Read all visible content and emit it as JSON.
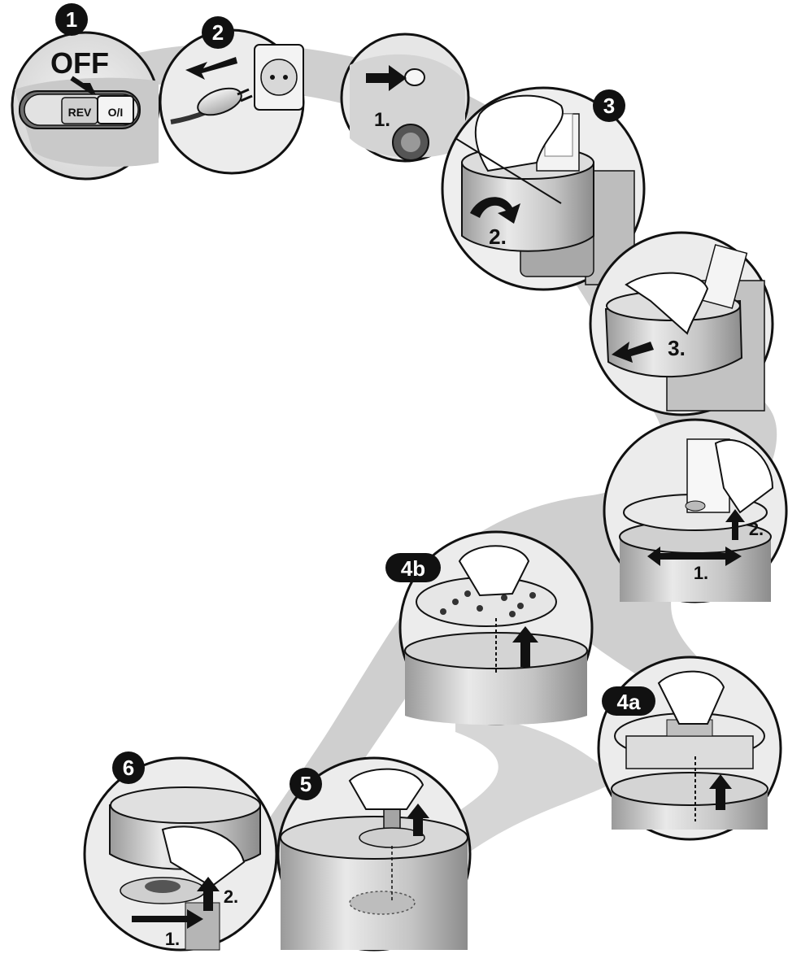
{
  "steps": {
    "s1": {
      "badge": "1",
      "off_label": "OFF",
      "rev_label": "REV",
      "power_label": "O/I"
    },
    "s2": {
      "badge": "2"
    },
    "s3": {
      "badge": "3",
      "sub1": "1.",
      "sub2": "2.",
      "sub3": "3."
    },
    "s4_lift": {
      "sub1": "1.",
      "sub2": "2."
    },
    "s4b": {
      "badge": "4b"
    },
    "s4a": {
      "badge": "4a"
    },
    "s5": {
      "badge": "5"
    },
    "s6": {
      "badge": "6",
      "sub1": "1.",
      "sub2": "2."
    }
  },
  "colors": {
    "path_shadow": "#cfcfcf",
    "badge_fill": "#111111",
    "metal_light": "#e6e6e6",
    "metal_mid": "#b9b9b9",
    "metal_dark": "#8a8a8a",
    "arrow": "#111111"
  }
}
